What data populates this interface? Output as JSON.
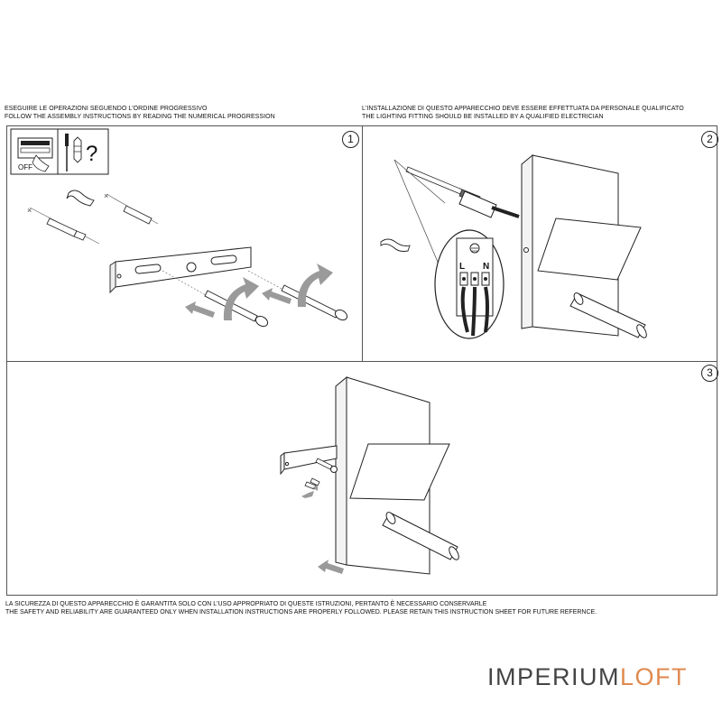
{
  "header_left": {
    "line1": "ESEGUIRE LE OPERAZIONI SEGUENDO L'ORDINE PROGRESSIVO",
    "line2": "FOLLOW THE ASSEMBLY INSTRUCTIONS BY READING THE NUMERICAL PROGRESSION"
  },
  "header_right": {
    "line1": "L'INSTALLAZIONE DI QUESTO APPARECCHIO DEVE ESSERE EFFETTUATA DA PERSONALE QUALIFICATO",
    "line2": "THE LIGHTING FITTING SHOULD BE INSTALLED BY A QUALIFIED ELECTRICIAN"
  },
  "steps": {
    "step1": "1",
    "step2": "2",
    "step3": "3"
  },
  "tools_box": {
    "off_label": "OFF",
    "question_mark": "?"
  },
  "terminal": {
    "live": "L",
    "neutral": "N"
  },
  "footer": {
    "line1": "LA SICUREZZA DI QUESTO APPARECCHIO È GARANTITA SOLO CON L'USO APPROPRIATO DI QUESTE ISTRUZIONI, PERTANTO È NECESSARIO CONSERVARLE",
    "line2": "THE SAFETY AND RELIABILITY ARE GUARANTEED ONLY WHEN INSTALLATION INSTRUCTIONS ARE PROPERLY FOLLOWED. PLEASE RETAIN THIS INSTRUCTION SHEET FOR FUTURE REFERNCE."
  },
  "brand": {
    "part1": "IMPERIUM",
    "part2": "LOFT",
    "part2_color": "#e08a4f"
  },
  "icons": [
    "power-switch-icon",
    "screwdriver-icon",
    "wall-plug-icon",
    "screw-icon",
    "curved-arrow-icon",
    "straight-arrow-icon",
    "ground-symbol-icon"
  ]
}
